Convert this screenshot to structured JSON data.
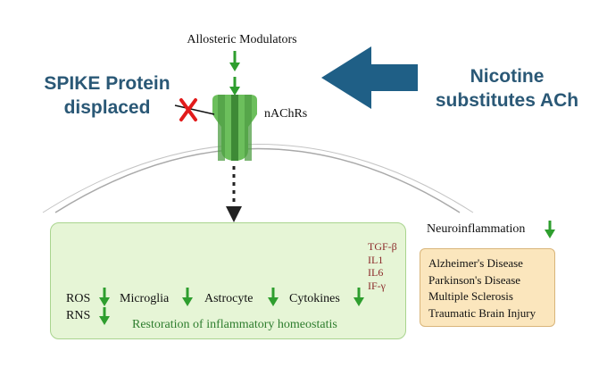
{
  "labels": {
    "allosteric_modulators": "Allosteric Modulators",
    "spike_line1": "SPIKE Protein",
    "spike_line2": "displaced",
    "nicotine_line1": "Nicotine",
    "nicotine_line2": "substitutes ACh",
    "nachrs": "nAChRs"
  },
  "panel": {
    "ros": "ROS",
    "rns": "RNS",
    "microglia": "Microglia",
    "astrocyte": "Astrocyte",
    "cytokines": "Cytokines",
    "cytokine_list": [
      "TGF-β",
      "IL1",
      "IL6",
      "IF-γ"
    ],
    "restoration": "Restoration of inflammatory homeostatis"
  },
  "neuroinflammation": "Neuroinflammation",
  "diseases": [
    "Alzheimer's Disease",
    "Parkinson's Disease",
    "Multiple Sclerosis",
    "Traumatic Brain Injury"
  ],
  "colors": {
    "title_blue": "#2a5876",
    "arrow_green": "#2e9e2e",
    "panel_bg": "#e6f5d6",
    "disease_bg": "#fbe6bd",
    "receptor_green": "#6cbf5c",
    "ros_red": "#b0304a",
    "cytokine_red": "#a32b35",
    "microglia_orange": "#e08e1e",
    "astrocyte_purple": "#9a8cc4"
  },
  "icons": [
    "receptor-icon",
    "x-mark-icon",
    "ros-molecules-icon",
    "microglia-icon",
    "astrocyte-icon",
    "cytokine-dots-icon",
    "down-arrow-icon",
    "big-left-arrow-icon"
  ]
}
